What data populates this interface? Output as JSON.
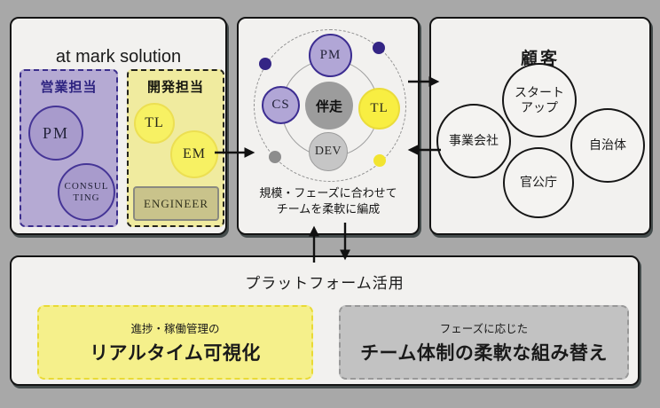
{
  "colors": {
    "background": "#a8a8a8",
    "panel_bg": "#f2f1ef",
    "panel_border": "#141414",
    "purple_box": "#b5aad3",
    "purple_circle": "#a89bcc",
    "purple_dark": "#3b2e8c",
    "yellow_box": "#f0eb9f",
    "yellow_circle": "#f7f163",
    "yellow_bright": "#f8ee42",
    "olive_engineer": "#c9c38b",
    "gray_center": "#9c9c9c",
    "gray_dev": "#c6c6c6",
    "card_yellow": "#f5f08b",
    "card_gray": "#c2c2c2",
    "dot_purple": "#342585",
    "dot_gray": "#8d8d8d",
    "dot_yellow": "#f2e430"
  },
  "solution_panel": {
    "title": "at mark solution",
    "sales_group": {
      "label": "営業担当",
      "pm": "PM",
      "consulting_line1": "CONSUL",
      "consulting_line2": "TING"
    },
    "dev_group": {
      "label": "開発担当",
      "tl": "TL",
      "em": "EM",
      "engineer": "ENGINEER"
    }
  },
  "team_panel": {
    "center": "伴走",
    "orbit_pm": "PM",
    "orbit_cs": "CS",
    "orbit_tl": "TL",
    "orbit_dev": "DEV",
    "caption_line1": "規模・フェーズに合わせて",
    "caption_line2": "チームを柔軟に編成"
  },
  "customers_panel": {
    "title": "顧客",
    "startup_line1": "スタート",
    "startup_line2": "アップ",
    "business": "事業会社",
    "municipality": "自治体",
    "government": "官公庁"
  },
  "platform_panel": {
    "title": "プラットフォーム活用",
    "realtime_card": {
      "subtitle": "進捗・稼働管理の",
      "title": "リアルタイム可視化"
    },
    "restructure_card": {
      "subtitle": "フェーズに応じた",
      "title": "チーム体制の柔軟な組み替え"
    }
  }
}
